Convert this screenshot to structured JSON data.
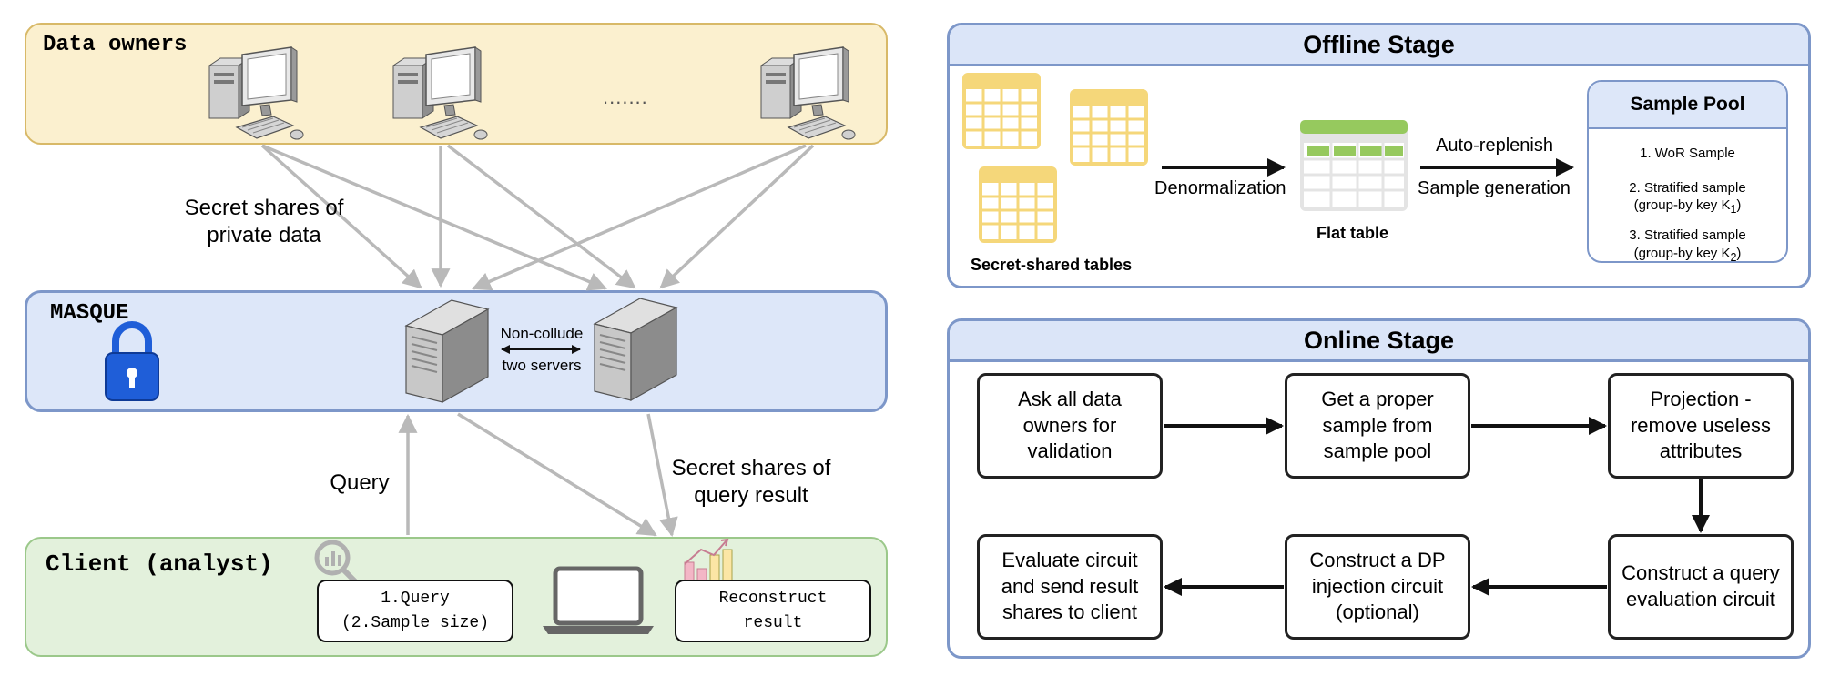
{
  "left": {
    "data_owners_title": "Data owners",
    "ellipsis": ".......",
    "arrow_label_shares": [
      "Secret shares of",
      "private data"
    ],
    "masque_title": "MASQUE",
    "non_collude": [
      "Non-collude",
      "two servers"
    ],
    "query_label": "Query",
    "result_label": [
      "Secret shares of",
      "query result"
    ],
    "client_title": "Client (analyst)",
    "query_box": [
      "1.Query",
      "(2.Sample size)"
    ],
    "reconstruct_box": [
      "Reconstruct",
      "result"
    ]
  },
  "offline": {
    "title": "Offline Stage",
    "denormalization": "Denormalization",
    "secret_tables": "Secret-shared tables",
    "flat_table": "Flat table",
    "auto_replenish": "Auto-replenish",
    "sample_generation": "Sample generation",
    "pool_title": "Sample Pool",
    "pool_items": [
      "1. WoR Sample",
      "2. Stratified sample",
      "(group-by key K",
      "1",
      ")",
      "3. Stratified sample",
      "(group-by key K",
      "2",
      ")"
    ]
  },
  "online": {
    "title": "Online Stage",
    "steps": [
      [
        "Ask all data",
        "owners for",
        "validation"
      ],
      [
        "Get a proper",
        "sample from",
        "sample pool"
      ],
      [
        "Projection -",
        "remove useless",
        "attributes"
      ],
      [
        "Construct a query",
        "evaluation circuit"
      ],
      [
        "Construct a DP",
        "injection circuit",
        "(optional)"
      ],
      [
        "Evaluate circuit",
        "and send result",
        "shares to client"
      ]
    ]
  },
  "colors": {
    "owners_fill": "#fbf0cf",
    "owners_border": "#d8b968",
    "masque_fill": "#dde7f9",
    "masque_border": "#7d97c9",
    "client_fill": "#e3f1dc",
    "client_border": "#9bc88a",
    "arrow_gray": "#b9b9b9",
    "lock_blue": "#1f5ed8",
    "table_yellow": "#f5d77a",
    "table_green": "#96c95e"
  }
}
